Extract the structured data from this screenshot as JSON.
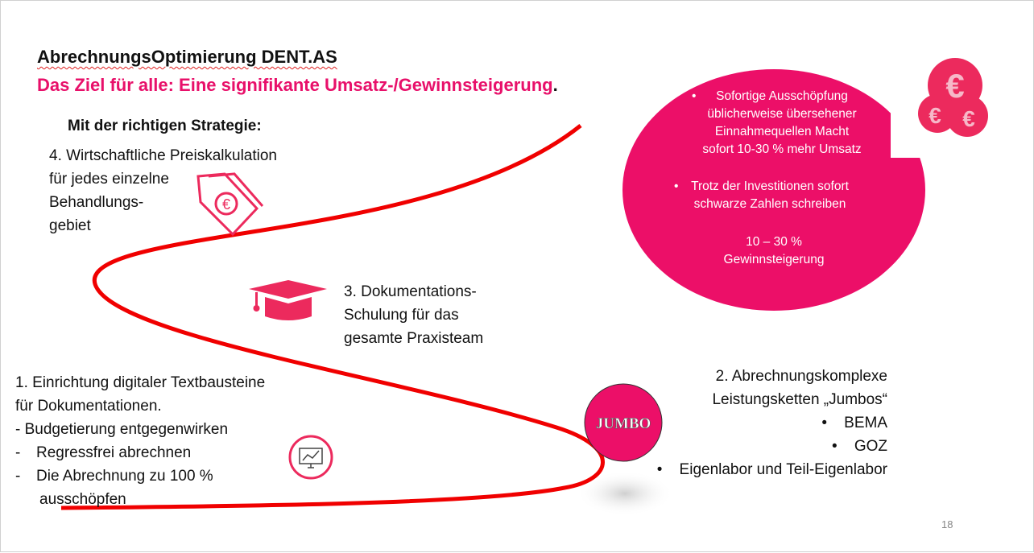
{
  "title": "AbrechnungsOptimierung DENT.AS",
  "subtitle": "Das Ziel für alle: Eine signifikante Umsatz-/Gewinnsteigerung",
  "subtitle_end": ".",
  "strategy_heading": "Mit der richtigen Strategie:",
  "step4": [
    "4. Wirtschaftliche Preiskalkulation",
    "für jedes einzelne",
    "Behandlungs-",
    "gebiet"
  ],
  "step3": [
    "3. Dokumentations-",
    "Schulung für das",
    "gesamte Praxisteam"
  ],
  "step1": {
    "lines": [
      "1. Einrichtung digitaler Textbausteine",
      "für Dokumentationen.",
      "- Budgetierung entgegenwirken"
    ],
    "dash_items": [
      "Regressfrei abrechnen",
      "Die Abrechnung zu 100 %"
    ],
    "last": "ausschöpfen"
  },
  "step2": {
    "lines": [
      "2. Abrechnungskomplexe",
      "Leistungsketten „Jumbos“"
    ],
    "bullets": [
      "BEMA",
      "GOZ",
      "Eigenlabor und Teil-Eigenlabor"
    ]
  },
  "jumbo_label": "JUMBO",
  "bubble": {
    "bullet1": [
      "Sofortige Ausschöpfung",
      "üblicherweise übersehener",
      "Einnahmequellen Macht",
      "sofort 10-30 % mehr Umsatz"
    ],
    "bullet2": [
      "Trotz der Investitionen sofort",
      "schwarze Zahlen schreiben"
    ],
    "result": [
      "10 – 30 %",
      "Gewinnsteigerung"
    ]
  },
  "page_number": "18",
  "colors": {
    "pink": "#e8106a",
    "curve": "#f00000"
  },
  "icons": [
    "euro-coins-icon",
    "euro-price-tag-icon",
    "graduation-cap-icon",
    "monitor-chart-icon"
  ]
}
